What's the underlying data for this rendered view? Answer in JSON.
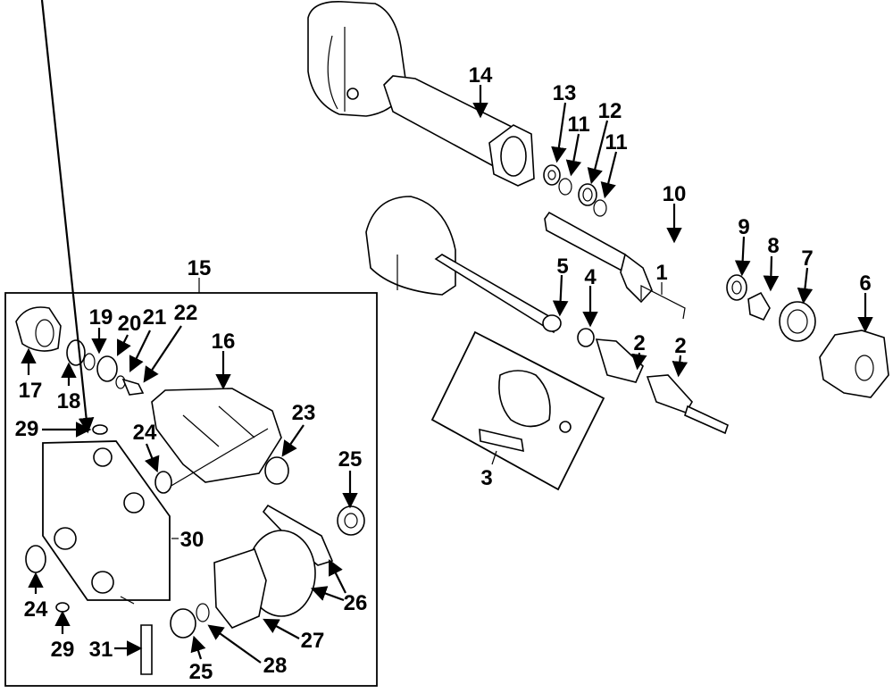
{
  "diagram": {
    "title": "Rear axle / differential exploded parts diagram",
    "callouts": [
      {
        "id": "c1",
        "text": "1"
      },
      {
        "id": "c2a",
        "text": "2"
      },
      {
        "id": "c2b",
        "text": "2"
      },
      {
        "id": "c3",
        "text": "3"
      },
      {
        "id": "c4",
        "text": "4"
      },
      {
        "id": "c5",
        "text": "5"
      },
      {
        "id": "c6",
        "text": "6"
      },
      {
        "id": "c7",
        "text": "7"
      },
      {
        "id": "c8",
        "text": "8"
      },
      {
        "id": "c9",
        "text": "9"
      },
      {
        "id": "c10",
        "text": "10"
      },
      {
        "id": "c11a",
        "text": "11"
      },
      {
        "id": "c11b",
        "text": "11"
      },
      {
        "id": "c12",
        "text": "12"
      },
      {
        "id": "c13",
        "text": "13"
      },
      {
        "id": "c14",
        "text": "14"
      },
      {
        "id": "c15",
        "text": "15"
      },
      {
        "id": "c16",
        "text": "16"
      },
      {
        "id": "c17",
        "text": "17"
      },
      {
        "id": "c18",
        "text": "18"
      },
      {
        "id": "c19",
        "text": "19"
      },
      {
        "id": "c20",
        "text": "20"
      },
      {
        "id": "c21",
        "text": "21"
      },
      {
        "id": "c22",
        "text": "22"
      },
      {
        "id": "c23",
        "text": "23"
      },
      {
        "id": "c24a",
        "text": "24"
      },
      {
        "id": "c24b",
        "text": "24"
      },
      {
        "id": "c25a",
        "text": "25"
      },
      {
        "id": "c25b",
        "text": "25"
      },
      {
        "id": "c26",
        "text": "26"
      },
      {
        "id": "c27",
        "text": "27"
      },
      {
        "id": "c28",
        "text": "28"
      },
      {
        "id": "c29a",
        "text": "29"
      },
      {
        "id": "c29b",
        "text": "29"
      },
      {
        "id": "c30",
        "text": "30"
      },
      {
        "id": "c31",
        "text": "31"
      }
    ]
  }
}
